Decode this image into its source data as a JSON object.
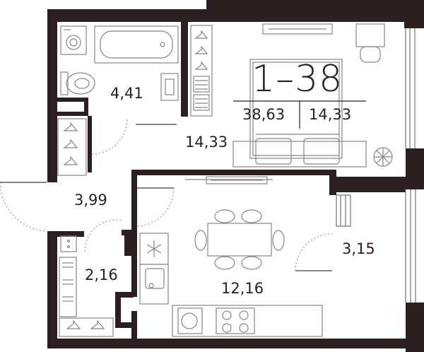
{
  "apartment": {
    "number": "1–38",
    "total_area": "38,63",
    "living_area": "14,33"
  },
  "rooms": [
    {
      "id": "bathroom",
      "area": "4,41"
    },
    {
      "id": "bedroom",
      "area": "14,33"
    },
    {
      "id": "hallway",
      "area": "3,99"
    },
    {
      "id": "wardrobe",
      "area": "2,16"
    },
    {
      "id": "kitchen",
      "area": "12,16"
    },
    {
      "id": "balcony",
      "area": "3,15"
    }
  ],
  "colors": {
    "wall": "#2b1f22",
    "line": "#8a8486",
    "background": "#ffffff"
  },
  "icons": [
    "washing-machine-icon",
    "bathtub-icon",
    "toilet-icon",
    "sink-icon",
    "hanger-icon",
    "shelf-icon",
    "double-bed-icon",
    "armchair-icon",
    "plant-icon",
    "radiator-icon",
    "dining-table-icon",
    "fridge-icon",
    "kitchen-sink-icon",
    "stove-icon",
    "electrical-panel-icon"
  ]
}
